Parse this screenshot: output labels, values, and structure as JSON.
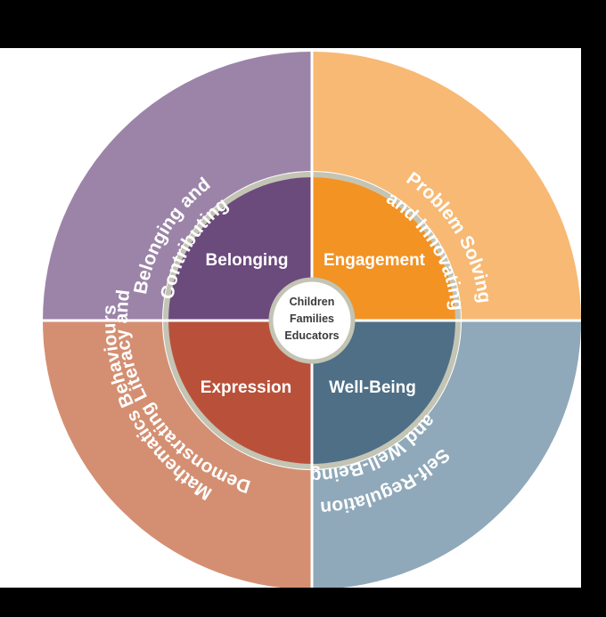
{
  "diagram": {
    "outer_quadrants": [
      {
        "id": "top-left",
        "lines": [
          "Belonging and",
          "Contributing"
        ],
        "color": "#9c84a8"
      },
      {
        "id": "top-right",
        "lines": [
          "Problem Solving",
          "and Innovating"
        ],
        "color": "#f7b973"
      },
      {
        "id": "bottom-left",
        "lines": [
          "Demonstrating Literacy and",
          "Mathematics Behaviours"
        ],
        "color": "#d48f72"
      },
      {
        "id": "bottom-right",
        "lines": [
          "Self-Regulation",
          "and Well-Being"
        ],
        "color": "#8fa9ba"
      }
    ],
    "inner_quadrants": [
      {
        "id": "top-left",
        "label": "Belonging",
        "color": "#6b4a7c"
      },
      {
        "id": "top-right",
        "label": "Engagement",
        "color": "#f29324"
      },
      {
        "id": "bottom-left",
        "label": "Expression",
        "color": "#b9513a"
      },
      {
        "id": "bottom-right",
        "label": "Well-Being",
        "color": "#4e6f86"
      }
    ],
    "center": {
      "lines": [
        "Children",
        "Families",
        "Educators"
      ]
    },
    "ring_color": "#c3c4b4",
    "divider_color": "#ffffff",
    "background_color": "#000000",
    "panel_color": "#ffffff"
  }
}
